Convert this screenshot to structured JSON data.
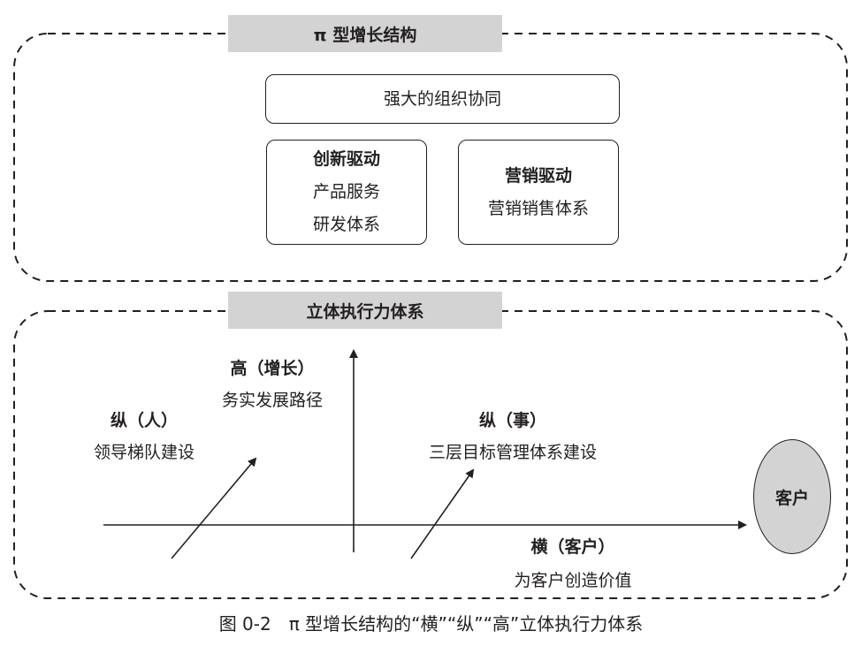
{
  "top_section": {
    "title": "π 型增长结构",
    "org_box": "强大的组织协同",
    "innovation_box": {
      "title": "创新驱动",
      "line1": "产品服务",
      "line2": "研发体系"
    },
    "marketing_box": {
      "title": "营销驱动",
      "line1": "营销销售体系"
    }
  },
  "bottom_section": {
    "title": "立体执行力体系",
    "high": {
      "title": "高（增长）",
      "desc": "务实发展路径"
    },
    "vertical_people": {
      "title": "纵（人）",
      "desc": "领导梯队建设"
    },
    "vertical_matter": {
      "title": "纵（事）",
      "desc": "三层目标管理体系建设"
    },
    "horizontal": {
      "title": "横（客户）",
      "desc": "为客户创造价值"
    },
    "customer": "客户"
  },
  "caption": "图 0-2　π 型增长结构的“横”“纵”“高”立体执行力体系"
}
